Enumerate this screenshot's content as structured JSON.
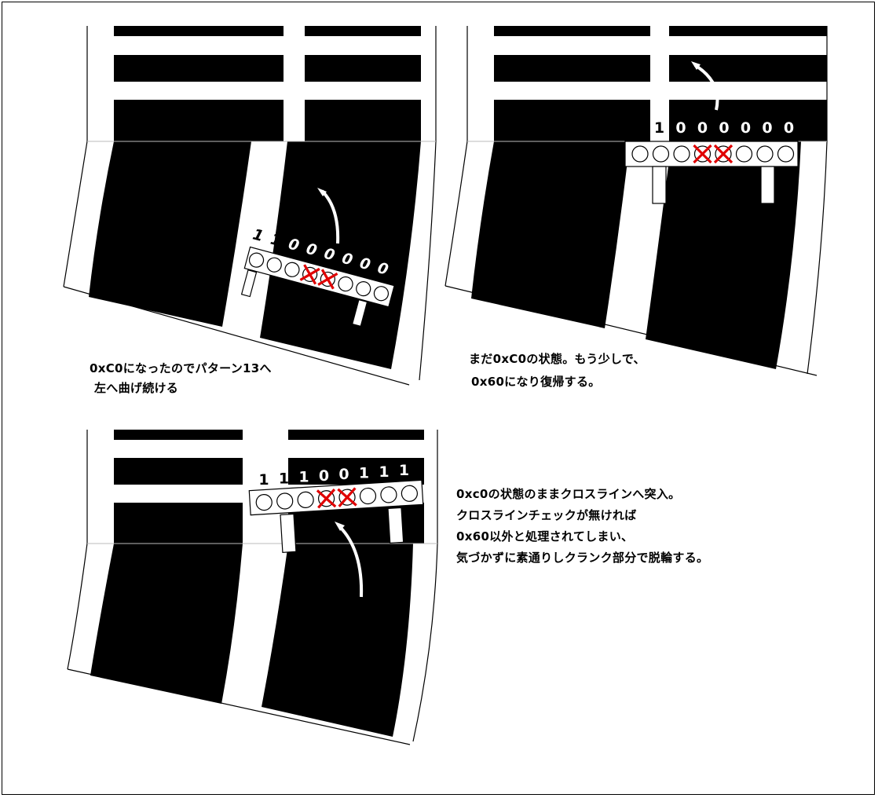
{
  "panels": [
    {
      "bits": [
        "1",
        "1",
        "0",
        "0",
        "0",
        "0",
        "0",
        "0"
      ],
      "caption_lines": [
        "0xC0になったのでパターン13へ",
        "左へ曲げ続ける"
      ]
    },
    {
      "bits": [
        "1",
        "1",
        "0",
        "0",
        "0",
        "0",
        "0",
        "0"
      ],
      "caption_lines": [
        "まだ0xC0の状態。もう少しで、",
        "0x60になり復帰する。"
      ]
    },
    {
      "bits": [
        "1",
        "1",
        "1",
        "0",
        "0",
        "1",
        "1",
        "1"
      ],
      "caption_lines": [
        "0xc0の状態のままクロスラインへ突入。",
        "クロスラインチェックが無ければ",
        "0x60以外と処理されてしまい、",
        "気づかずに素通りしクランク部分で脱輪する。"
      ]
    }
  ],
  "colors": {
    "track": "#000000",
    "line": "#ffffff",
    "off_mark": "#e00000"
  }
}
